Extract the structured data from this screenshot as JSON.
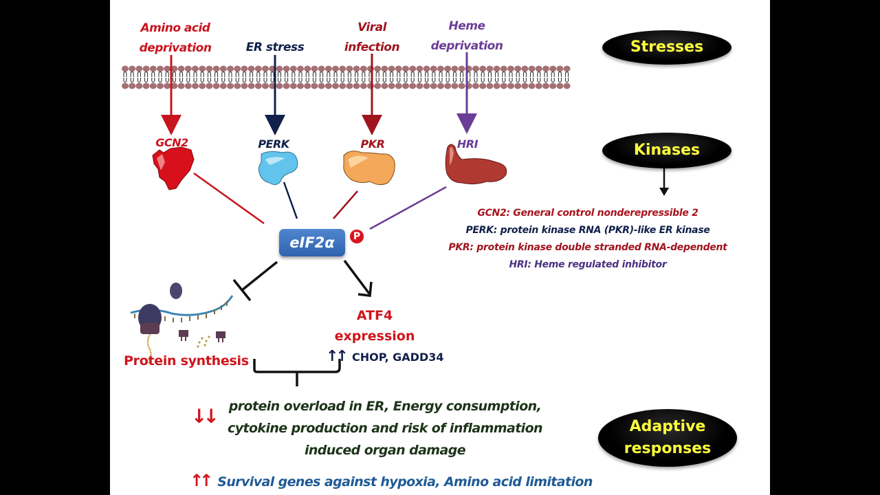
{
  "colors": {
    "page_background": "#000000",
    "canvas_background": "#ffffff",
    "amino_acid_red": "#c8141e",
    "er_navy": "#10204a",
    "viral_darkred": "#a0141e",
    "heme_purple": "#6a3d96",
    "pill_text_yellow": "#ffff3c",
    "eif2a_blue": "#3a70bd",
    "phospho_red": "#d6141d",
    "outcome_green": "#1c3418",
    "survival_blue": "#1f5a96",
    "membrane_head": "#a47074"
  },
  "stresses": [
    {
      "id": "amino-acid-deprivation",
      "lines": [
        "Amino acid",
        "deprivation"
      ],
      "color": "#c8141e"
    },
    {
      "id": "er-stress",
      "lines": [
        "ER stress"
      ],
      "color": "#10204a"
    },
    {
      "id": "viral-infection",
      "lines": [
        "Viral",
        "infection"
      ],
      "color": "#a0141e"
    },
    {
      "id": "heme-deprivation",
      "lines": [
        "Heme",
        "deprivation"
      ],
      "color": "#6a3d96"
    }
  ],
  "kinases": [
    {
      "id": "gcn2",
      "label": "GCN2",
      "color": "#c8141e",
      "shape_color": "#d8101c"
    },
    {
      "id": "perk",
      "label": "PERK",
      "color": "#10204a",
      "shape_color": "#62c4ec"
    },
    {
      "id": "pkr",
      "label": "PKR",
      "color": "#a0141e",
      "shape_color": "#f4a85a"
    },
    {
      "id": "hri",
      "label": "HRI",
      "color": "#6a3d96",
      "shape_color": "#b03a32"
    }
  ],
  "category_pills": {
    "stresses": "Stresses",
    "kinases": "Kinases",
    "adaptive": [
      "Adaptive",
      "responses"
    ]
  },
  "kinase_legend": [
    {
      "abbr": "GCN2:",
      "text": "General control nonderepressible 2",
      "color": "#a8141e"
    },
    {
      "abbr": "PERK:",
      "text": "protein kinase RNA (PKR)-like ER kinase",
      "color": "#10204a"
    },
    {
      "abbr": "PKR:",
      "text": "protein kinase double stranded RNA-dependent",
      "color": "#a0141e"
    },
    {
      "abbr": "HRI:",
      "text": "Heme regulated inhibitor",
      "color": "#4a3282"
    }
  ],
  "central_node": {
    "label": "eIF2α",
    "phospho_badge": "P"
  },
  "effects": {
    "inhibited": "Protein synthesis",
    "induced": [
      "ATF4",
      "expression"
    ],
    "downstream_arrows": "↑↑",
    "downstream_genes": "CHOP, GADD34"
  },
  "outcomes": {
    "decrease_arrows": "↓↓",
    "decrease_lines": [
      "protein overload in ER, Energy consumption,",
      "cytokine production and risk of inflammation",
      "induced organ damage"
    ],
    "increase_arrows": "↑↑",
    "increase_line": "Survival genes against hypoxia, Amino acid limitation"
  }
}
